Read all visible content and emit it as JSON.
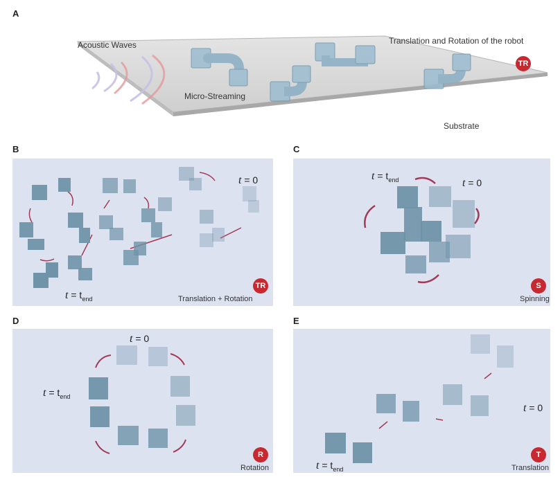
{
  "panels": {
    "A": {
      "label": "A",
      "acoustic_waves": "Acoustic Waves",
      "micro_streaming": "Micro-Streaming",
      "title_right": "Translation and Rotation of the robot",
      "substrate": "Substrate",
      "badge": "TR"
    },
    "B": {
      "label": "B",
      "t0": "0",
      "tend": "end",
      "badge": "TR",
      "caption": "Translation + Rotation"
    },
    "C": {
      "label": "C",
      "t0": "0",
      "tend": "end",
      "badge": "S",
      "caption": "Spinning"
    },
    "D": {
      "label": "D",
      "t0": "0",
      "tend": "end",
      "badge": "R",
      "caption": "Rotation"
    },
    "E": {
      "label": "E",
      "t0": "0",
      "tend": "end",
      "badge": "T",
      "caption": "Translation"
    }
  },
  "symbols": {
    "t": "t",
    "eq": " = ",
    "t_end_base": "t"
  },
  "colors": {
    "panel_bg": "#dde2f1",
    "robot": "#6f93a8",
    "arrow": "#a23a55",
    "badge": "#c8282f"
  }
}
